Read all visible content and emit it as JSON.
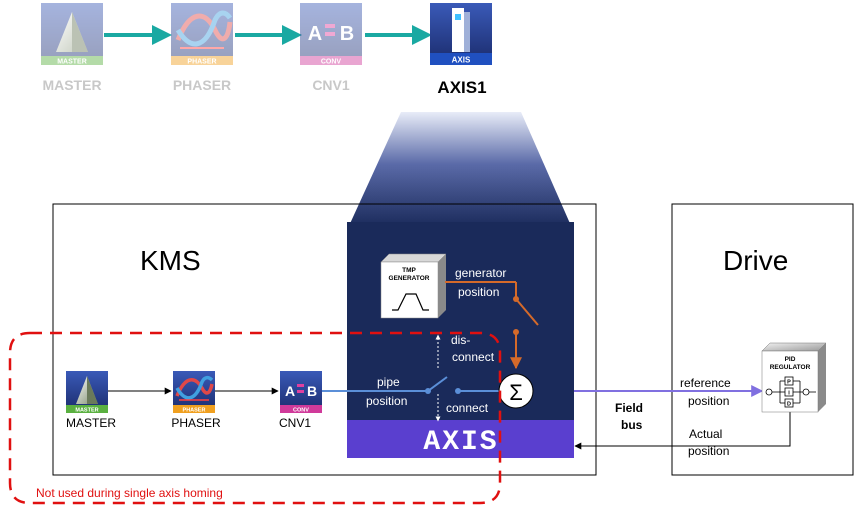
{
  "top_chain": {
    "master_label": "MASTER",
    "phaser_label": "PHASER",
    "cnv_label": "CNV1",
    "axis_label": "AXIS1",
    "master_badge": "MASTER",
    "phaser_badge": "PHASER",
    "cnv_badge": "CONV",
    "axis_badge": "AXIS",
    "cnv_glyph_a": "A",
    "cnv_glyph_b": "B"
  },
  "kms": {
    "title": "KMS",
    "master_label": "MASTER",
    "phaser_label": "PHASER",
    "cnv_label": "CNV1",
    "master_badge": "MASTER",
    "phaser_badge": "PHASER",
    "cnv_badge": "CONV",
    "cnv_glyph_a": "A",
    "cnv_glyph_b": "B"
  },
  "axis_block": {
    "tmp_generator_line1": "TMP",
    "tmp_generator_line2": "GENERATOR",
    "generator_position_line1": "generator",
    "generator_position_line2": "position",
    "disconnect_line1": "dis-",
    "disconnect_line2": "connect",
    "pipe_position_line1": "pipe",
    "pipe_position_line2": "position",
    "connect_label": "connect",
    "sum_symbol": "Σ",
    "axis_banner": "AXIS"
  },
  "drive": {
    "title": "Drive",
    "pid_line1": "PID",
    "pid_line2": "REGULATOR",
    "pid_p": "P",
    "pid_i": "I",
    "pid_d": "D",
    "reference_position_line1": "reference",
    "reference_position_line2": "position",
    "actual_position_line1": "Actual",
    "actual_position_line2": "position"
  },
  "field_bus_line1": "Field",
  "field_bus_line2": "bus",
  "homing_note": "Not used during single axis homing",
  "colors": {
    "axis_navy": "#1a2a5a",
    "axis_banner": "#5a3fcf",
    "signal_blue": "#5b8fd8",
    "generator_orange": "#d56a2a",
    "teal_arrow": "#1aa9a2",
    "homing_red": "#e01010",
    "fieldbus_purple": "#8070e0"
  }
}
